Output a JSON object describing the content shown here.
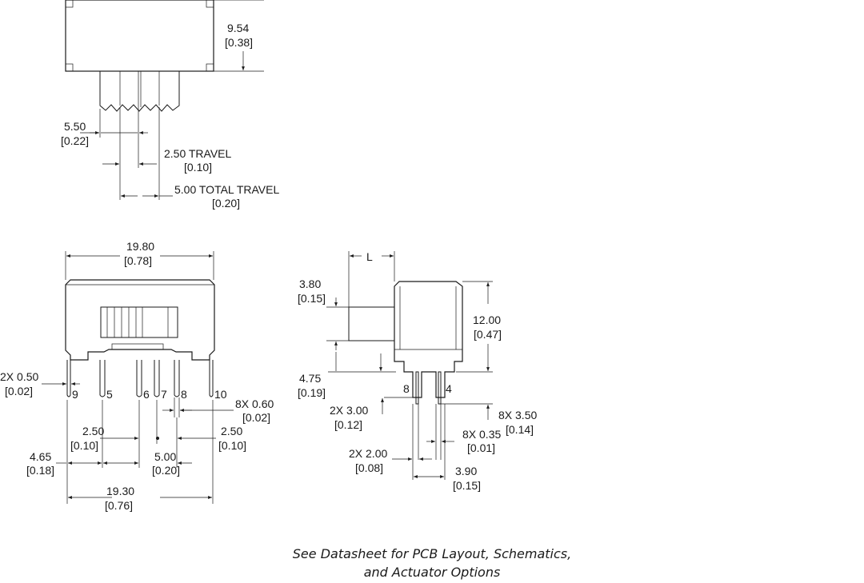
{
  "top_view": {
    "height_mm": "9.54",
    "height_in": "[0.38]",
    "pitch_mm": "5.50",
    "pitch_in": "[0.22]",
    "travel_mm": "2.50 TRAVEL",
    "travel_in": "[0.10]",
    "total_travel_mm": "5.00 TOTAL TRAVEL",
    "total_travel_in": "[0.20]"
  },
  "front_view": {
    "width_mm": "19.80",
    "width_in": "[0.78]",
    "pin_width_mm": "2X 0.50",
    "pin_width_in": "[0.02]",
    "pin_labels": [
      "9",
      "5",
      "6",
      "7",
      "8",
      "10"
    ],
    "pin_thick_mm": "8X 0.60",
    "pin_thick_in": "[0.02]",
    "pitch_left_mm": "2.50",
    "pitch_left_in": "[0.10]",
    "pitch_right_mm": "2.50",
    "pitch_right_in": "[0.10]",
    "center_mm": "5.00",
    "center_in": "[0.20]",
    "offset_mm": "4.65",
    "offset_in": "[0.18]",
    "span_mm": "19.30",
    "span_in": "[0.76]"
  },
  "side_view": {
    "actuator_label": "L",
    "actuator_h_mm": "3.80",
    "actuator_h_in": "[0.15]",
    "height_mm": "12.00",
    "height_in": "[0.47]",
    "base_mm": "4.75",
    "base_in": "[0.19]",
    "pin_labels": [
      "8",
      "4"
    ],
    "pin_len_mm": "2X 3.00",
    "pin_len_in": "[0.12]",
    "pin_len2_mm": "8X 3.50",
    "pin_len2_in": "[0.14]",
    "pin_w_mm": "8X 0.35",
    "pin_w_in": "[0.01]",
    "pin_sp_mm": "2X 2.00",
    "pin_sp_in": "[0.08]",
    "row_mm": "3.90",
    "row_in": "[0.15]"
  },
  "footnote": {
    "line1": "See Datasheet for PCB Layout, Schematics,",
    "line2": "and Actuator Options"
  }
}
